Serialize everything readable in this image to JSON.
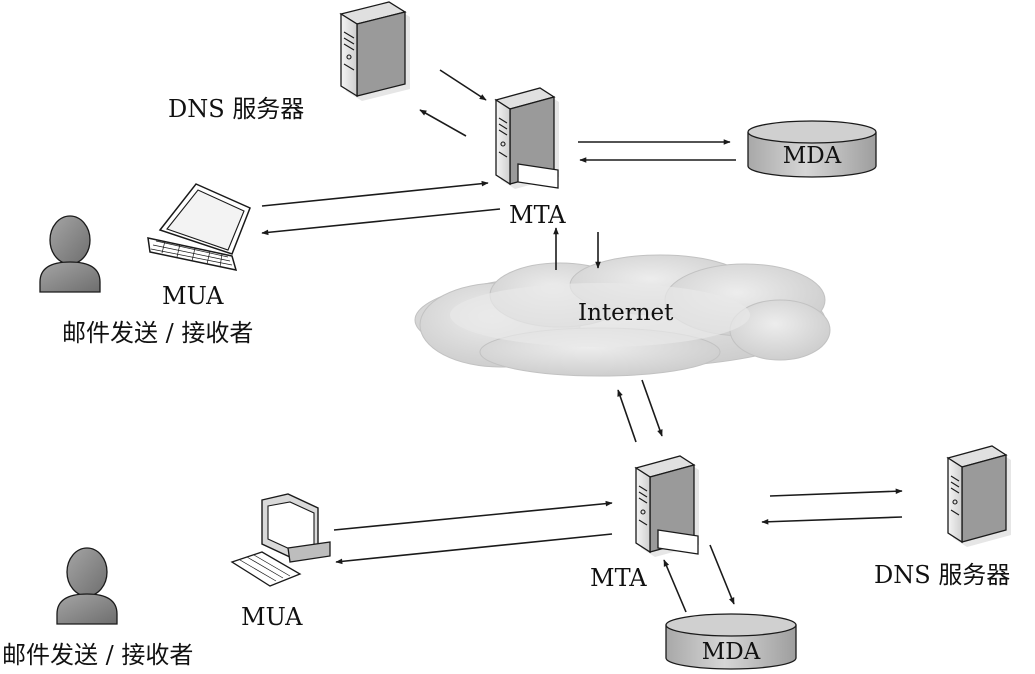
{
  "labels": {
    "dns_top": "DNS 服务器",
    "mta_top": "MTA",
    "mda_top": "MDA",
    "mua_top": "MUA",
    "user_top": "邮件发送 / 接收者",
    "internet": "Internet",
    "mta_bottom": "MTA",
    "mda_bottom": "MDA",
    "dns_bottom": "DNS 服务器",
    "mua_bottom": "MUA",
    "user_bottom": "邮件发送 / 接收者"
  },
  "colors": {
    "stroke": "#1a1a1a",
    "server_light": "#e6e6e6",
    "server_mid": "#bdbdbd",
    "server_dark": "#8c8c8c",
    "person": "#8a8a8a",
    "cloud": "#d7d7d7",
    "db_fill": "#bfbfbf"
  }
}
